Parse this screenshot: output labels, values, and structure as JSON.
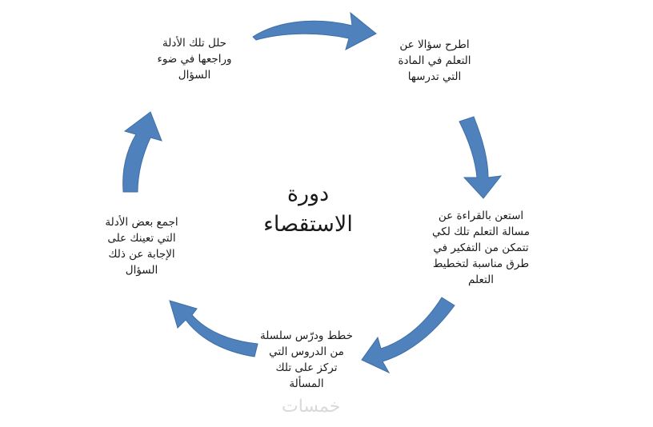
{
  "center_title": [
    "دورة",
    "الاستقصاء"
  ],
  "steps": [
    {
      "id": "step-1",
      "lines": [
        "اطرح سؤالا عن",
        "التعلم في المادة",
        "التي تدرسها"
      ]
    },
    {
      "id": "step-2",
      "lines": [
        "استعن بالقراءة عن",
        "مسالة التعلم تلك لكي",
        "تتمكن من التفكير في",
        "طرق مناسبة لتخطيط",
        "التعلم"
      ]
    },
    {
      "id": "step-3",
      "lines": [
        "خطط ودرّس سلسلة",
        "من الدروس التي",
        "تركز على تلك",
        "المسألة"
      ]
    },
    {
      "id": "step-4",
      "lines": [
        "اجمع بعض الأدلة",
        "التي تعينك على",
        "الإجابة عن ذلك",
        "السؤال"
      ]
    },
    {
      "id": "step-5",
      "lines": [
        "حلل تلك الأدلة",
        "وراجعها في ضوء",
        "السؤال"
      ]
    }
  ],
  "arrow_color": "#4f81bd",
  "watermark": "خمسات"
}
